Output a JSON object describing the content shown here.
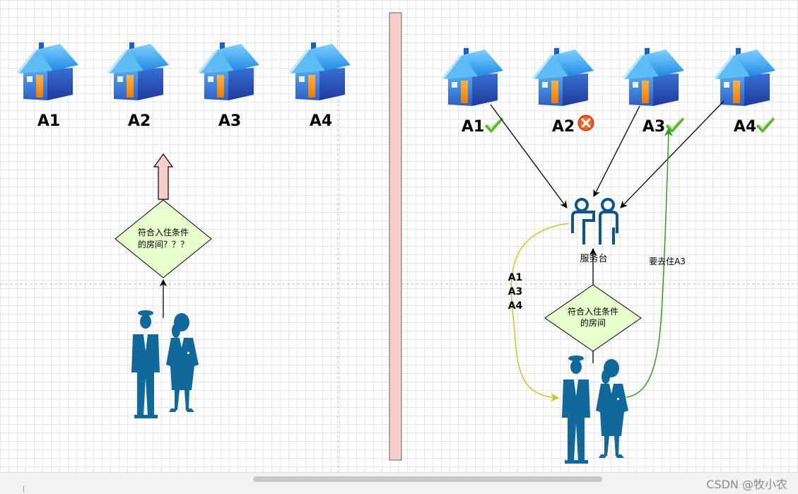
{
  "left_panel": {
    "houses": [
      {
        "label": "A1"
      },
      {
        "label": "A2"
      },
      {
        "label": "A3"
      },
      {
        "label": "A4"
      }
    ],
    "decision": {
      "line1": "符合入住条件",
      "line2": "的房间？？？"
    }
  },
  "right_panel": {
    "houses": [
      {
        "label": "A1",
        "status": "ok"
      },
      {
        "label": "A2",
        "status": "rejected"
      },
      {
        "label": "A3",
        "status": "ok"
      },
      {
        "label": "A4",
        "status": "ok"
      }
    ],
    "service_desk_label": "服务台",
    "decision": {
      "line1": "符合入住条件",
      "line2": "的房间"
    },
    "result_list": [
      "A1",
      "A3",
      "A4"
    ],
    "choice_label": "要去住A3"
  },
  "colors": {
    "arrow_black": "#000000",
    "arrow_yellow": "#c8c81e",
    "arrow_green": "#2e9e1e",
    "decision_fill": "#e6ffcc",
    "divider_fill": "#f8cecc",
    "people_blue": "#10699a",
    "roof_blue": "#3fa9f5"
  },
  "watermark": "CSDN @牧小农"
}
